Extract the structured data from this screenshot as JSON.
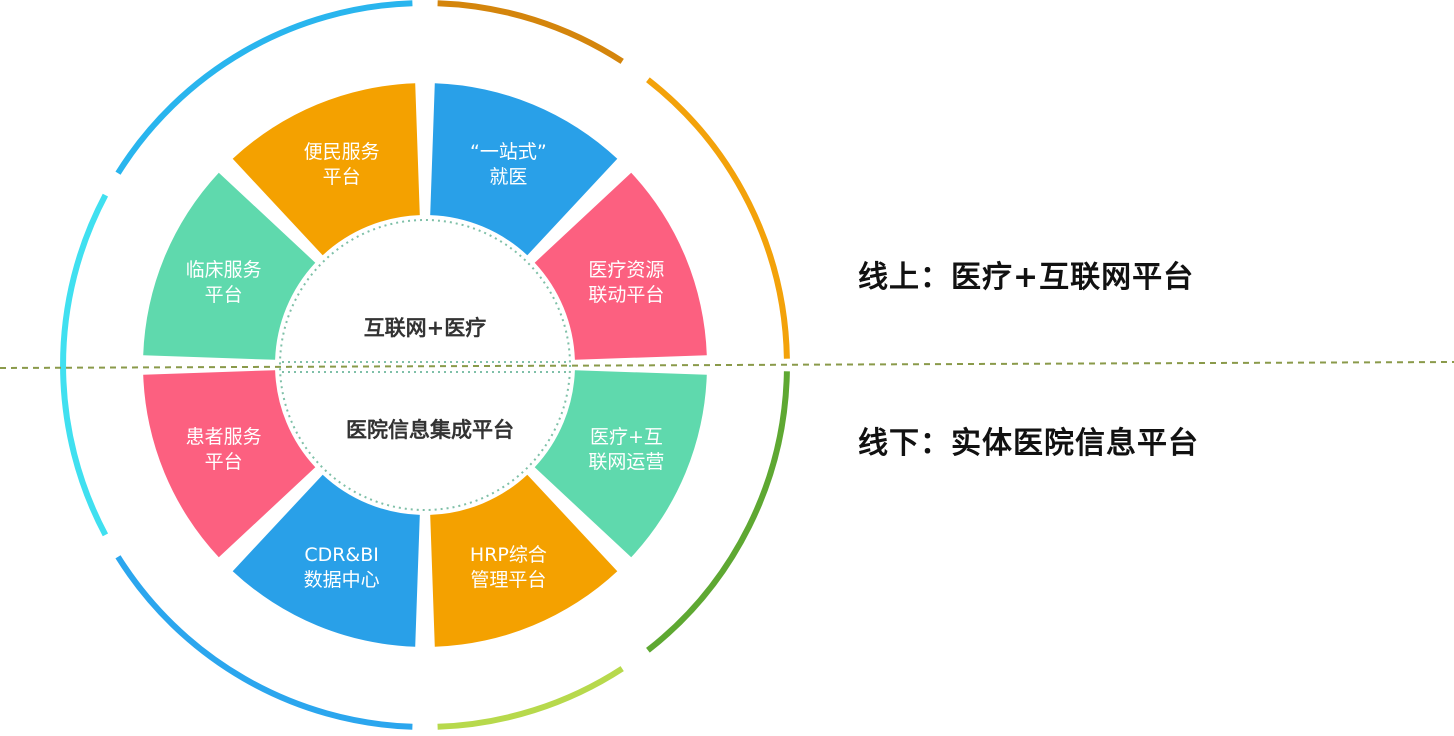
{
  "center": {
    "upper_label": "互联网+医疗",
    "lower_label": "医院信息集成平台"
  },
  "segments": [
    {
      "id": "one-stop",
      "lines": [
        "“一站式”",
        "就医"
      ],
      "color": "#29a0e8"
    },
    {
      "id": "resource-link",
      "lines": [
        "医疗资源",
        "联动平台"
      ],
      "color": "#fc6080"
    },
    {
      "id": "internet-ops",
      "lines": [
        "医疗+互",
        "联网运营"
      ],
      "color": "#5fd9ad"
    },
    {
      "id": "hrp",
      "lines": [
        "HRP综合",
        "管理平台"
      ],
      "color": "#f4a100"
    },
    {
      "id": "cdr-bi",
      "lines": [
        "CDR&BI",
        "数据中心"
      ],
      "color": "#29a0e8"
    },
    {
      "id": "patient-service",
      "lines": [
        "患者服务",
        "平台"
      ],
      "color": "#fc6080"
    },
    {
      "id": "clinical-service",
      "lines": [
        "临床服务",
        "平台"
      ],
      "color": "#5fd9ad"
    },
    {
      "id": "convenience-service",
      "lines": [
        "便民服务",
        "平台"
      ],
      "color": "#f4a100"
    }
  ],
  "outer_ring_colors": {
    "top_left": "#29b5ee",
    "top_right": "#d4850c",
    "upper_right": "#f3a20a",
    "lower_right": "#5ea832",
    "bottom_right": "#b7d94c",
    "bottom_left": "#2ba6ee",
    "left": "#40e0f0"
  },
  "divider_color": "#8a9a4a",
  "side_labels": {
    "online": "线上：医疗+互联网平台",
    "offline": "线下：实体医院信息平台"
  }
}
